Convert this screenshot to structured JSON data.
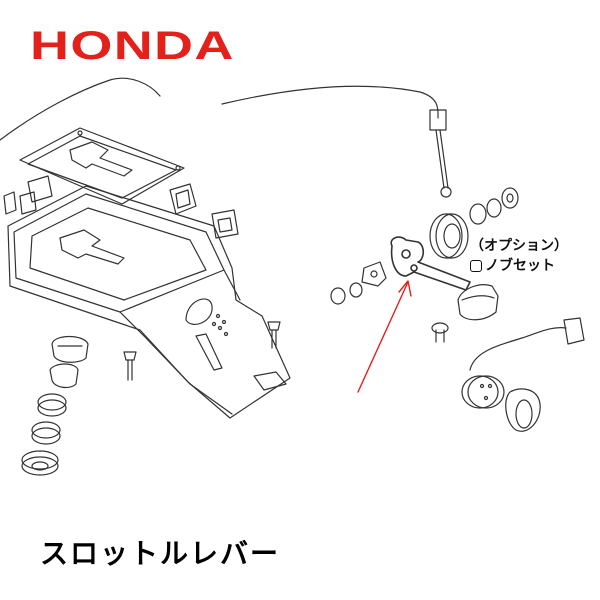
{
  "brand": {
    "logo_text": "HONDA",
    "logo_color": "#e4201b"
  },
  "callout": {
    "line1": "（オプション）",
    "line2": "ノブセット",
    "arrow_color": "#e4201b"
  },
  "caption": "スロットルレバー",
  "icons": [
    "knob-icon",
    "throttle-lever-icon",
    "cable-icon",
    "pulley-icon"
  ]
}
